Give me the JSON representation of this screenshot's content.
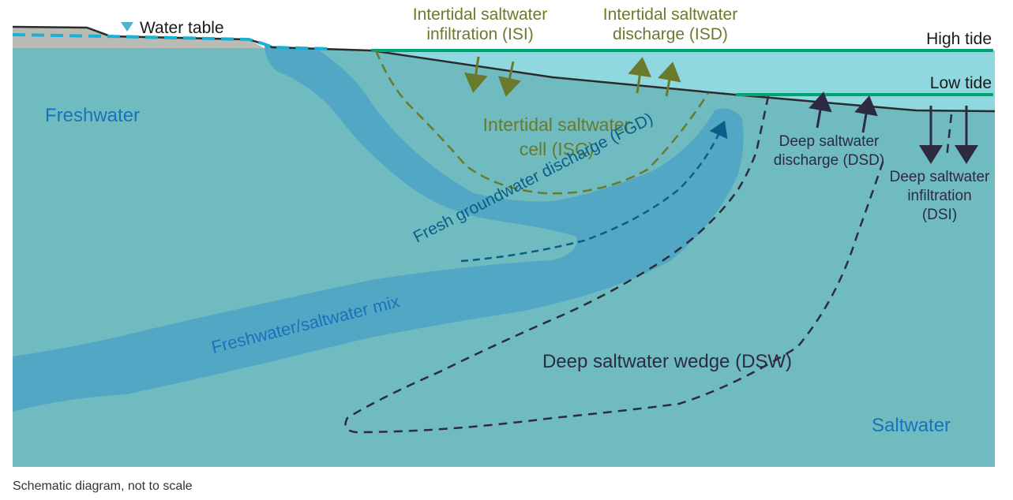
{
  "diagram": {
    "labels": {
      "water_table": "Water table",
      "freshwater": "Freshwater",
      "saltwater": "Saltwater",
      "high_tide": "High tide",
      "low_tide": "Low tide",
      "isi_line1": "Intertidal saltwater",
      "isi_line2": "infiltration (ISI)",
      "isd_line1": "Intertidal saltwater",
      "isd_line2": "discharge (ISD)",
      "isc_line1": "Intertidal saltwater",
      "isc_line2": "cell (ISC)",
      "dsd_line1": "Deep saltwater",
      "dsd_line2": "discharge (DSD)",
      "dsi_line1": "Deep saltwater",
      "dsi_line2": "infiltration",
      "dsi_line3": "(DSI)",
      "fgd": "Fresh groundwater discharge (FGD)",
      "mix": "Freshwater/saltwater mix",
      "dsw": "Deep saltwater wedge (DSW)"
    },
    "colors": {
      "aquifer": "#6fbbc0",
      "mix_zone": "#52a8c4",
      "sea_water": "#8fd8e0",
      "land": "#b9bbb4",
      "tide_line": "#00a373",
      "ground_line": "#2b2b2b",
      "water_table_line": "#1ab0d6",
      "isc_green": "#6a7a2c",
      "dark_navy": "#2e2a40",
      "fgd_blue": "#0b5e86",
      "label_blue": "#1a72ba"
    }
  },
  "caption": "Schematic diagram, not to scale"
}
